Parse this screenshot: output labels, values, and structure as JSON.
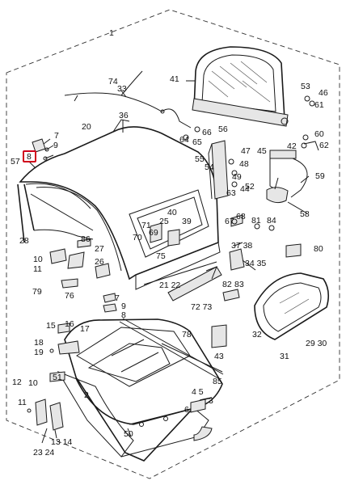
{
  "highlight": {
    "label": "8",
    "color": "#d0021b"
  },
  "callouts": {
    "n1": "1",
    "n2": "2",
    "n3": "3",
    "n4_5": "4 5",
    "n6": "6",
    "n7a": "7",
    "n7b": "7",
    "n8": "8",
    "n8b": "8",
    "n9a": "9",
    "n9b": "9",
    "n10a": "10",
    "n10b": "10",
    "n11a": "11",
    "n11b": "11",
    "n12": "12",
    "n13_14": "13 14",
    "n15": "15",
    "n16": "16",
    "n17": "17",
    "n18": "18",
    "n19": "19",
    "n20": "20",
    "n21_22": "21 22",
    "n23_24": "23 24",
    "n25": "25",
    "n26": "26",
    "n27": "27",
    "n28": "28",
    "n29_30": "29 30",
    "n31": "31",
    "n32": "32",
    "n33": "33",
    "n34_35": "34 35",
    "n36": "36",
    "n37_38": "37 38",
    "n39": "39",
    "n40": "40",
    "n41": "41",
    "n42": "42",
    "n43": "43",
    "n44": "44",
    "n45": "45",
    "n46": "46",
    "n47": "47",
    "n48": "48",
    "n49": "49",
    "n50": "50",
    "n51": "51",
    "n52": "52",
    "n53": "53",
    "n54": "54",
    "n55": "55",
    "n56": "56",
    "n57": "57",
    "n58": "58",
    "n59": "59",
    "n60": "60",
    "n61": "61",
    "n62": "62",
    "n63": "63",
    "n64": "64",
    "n65": "65",
    "n66": "66",
    "n67": "67",
    "n68": "68",
    "n69": "69",
    "n70": "70",
    "n71": "71",
    "n72_73": "72 73",
    "n74": "74",
    "n75": "75",
    "n76": "76",
    "n78": "78",
    "n79": "79",
    "n80": "80",
    "n81": "81",
    "n82": "82",
    "n83": "83",
    "n84": "84",
    "n85": "85",
    "n86": "86"
  }
}
